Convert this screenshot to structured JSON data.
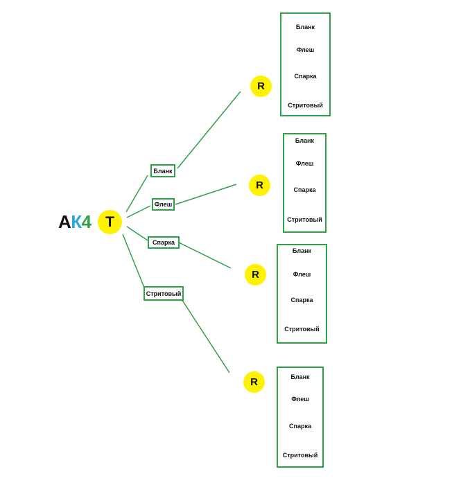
{
  "root": {
    "label_parts": [
      "А",
      "К",
      "4"
    ],
    "label_colors": [
      "#111111",
      "#2aa6dc",
      "#2fa04a"
    ],
    "node": "T"
  },
  "colors": {
    "line": "#2fa04a",
    "node_fill": "#fff200",
    "box_border": "#2fa04a"
  },
  "actions": [
    {
      "label": "Бланк",
      "response": "R",
      "options": [
        "Бланк",
        "Флеш",
        "Спарка",
        "Стритовый"
      ]
    },
    {
      "label": "Флеш",
      "response": "R",
      "options": [
        "Бланк",
        "Флеш",
        "Спарка",
        "Стритовый"
      ]
    },
    {
      "label": "Спарка",
      "response": "R",
      "options": [
        "Бланк",
        "Флеш",
        "Спарка",
        "Стритовый"
      ]
    },
    {
      "label": "Стритовый",
      "response": "R",
      "options": [
        "Бланк",
        "Флеш",
        "Спарка",
        "Стритовый"
      ]
    }
  ]
}
